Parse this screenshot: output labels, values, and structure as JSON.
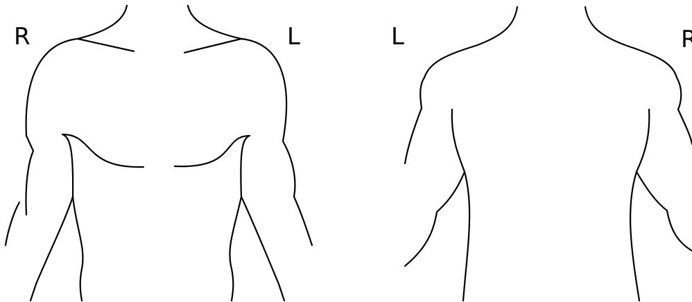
{
  "front_view": {
    "label_right": "R",
    "label_left": "L"
  },
  "back_view": {
    "label_left": "L",
    "label_right": "R"
  },
  "colors": {
    "background": "#ffffff",
    "line": "#000000",
    "label": "#000000"
  }
}
